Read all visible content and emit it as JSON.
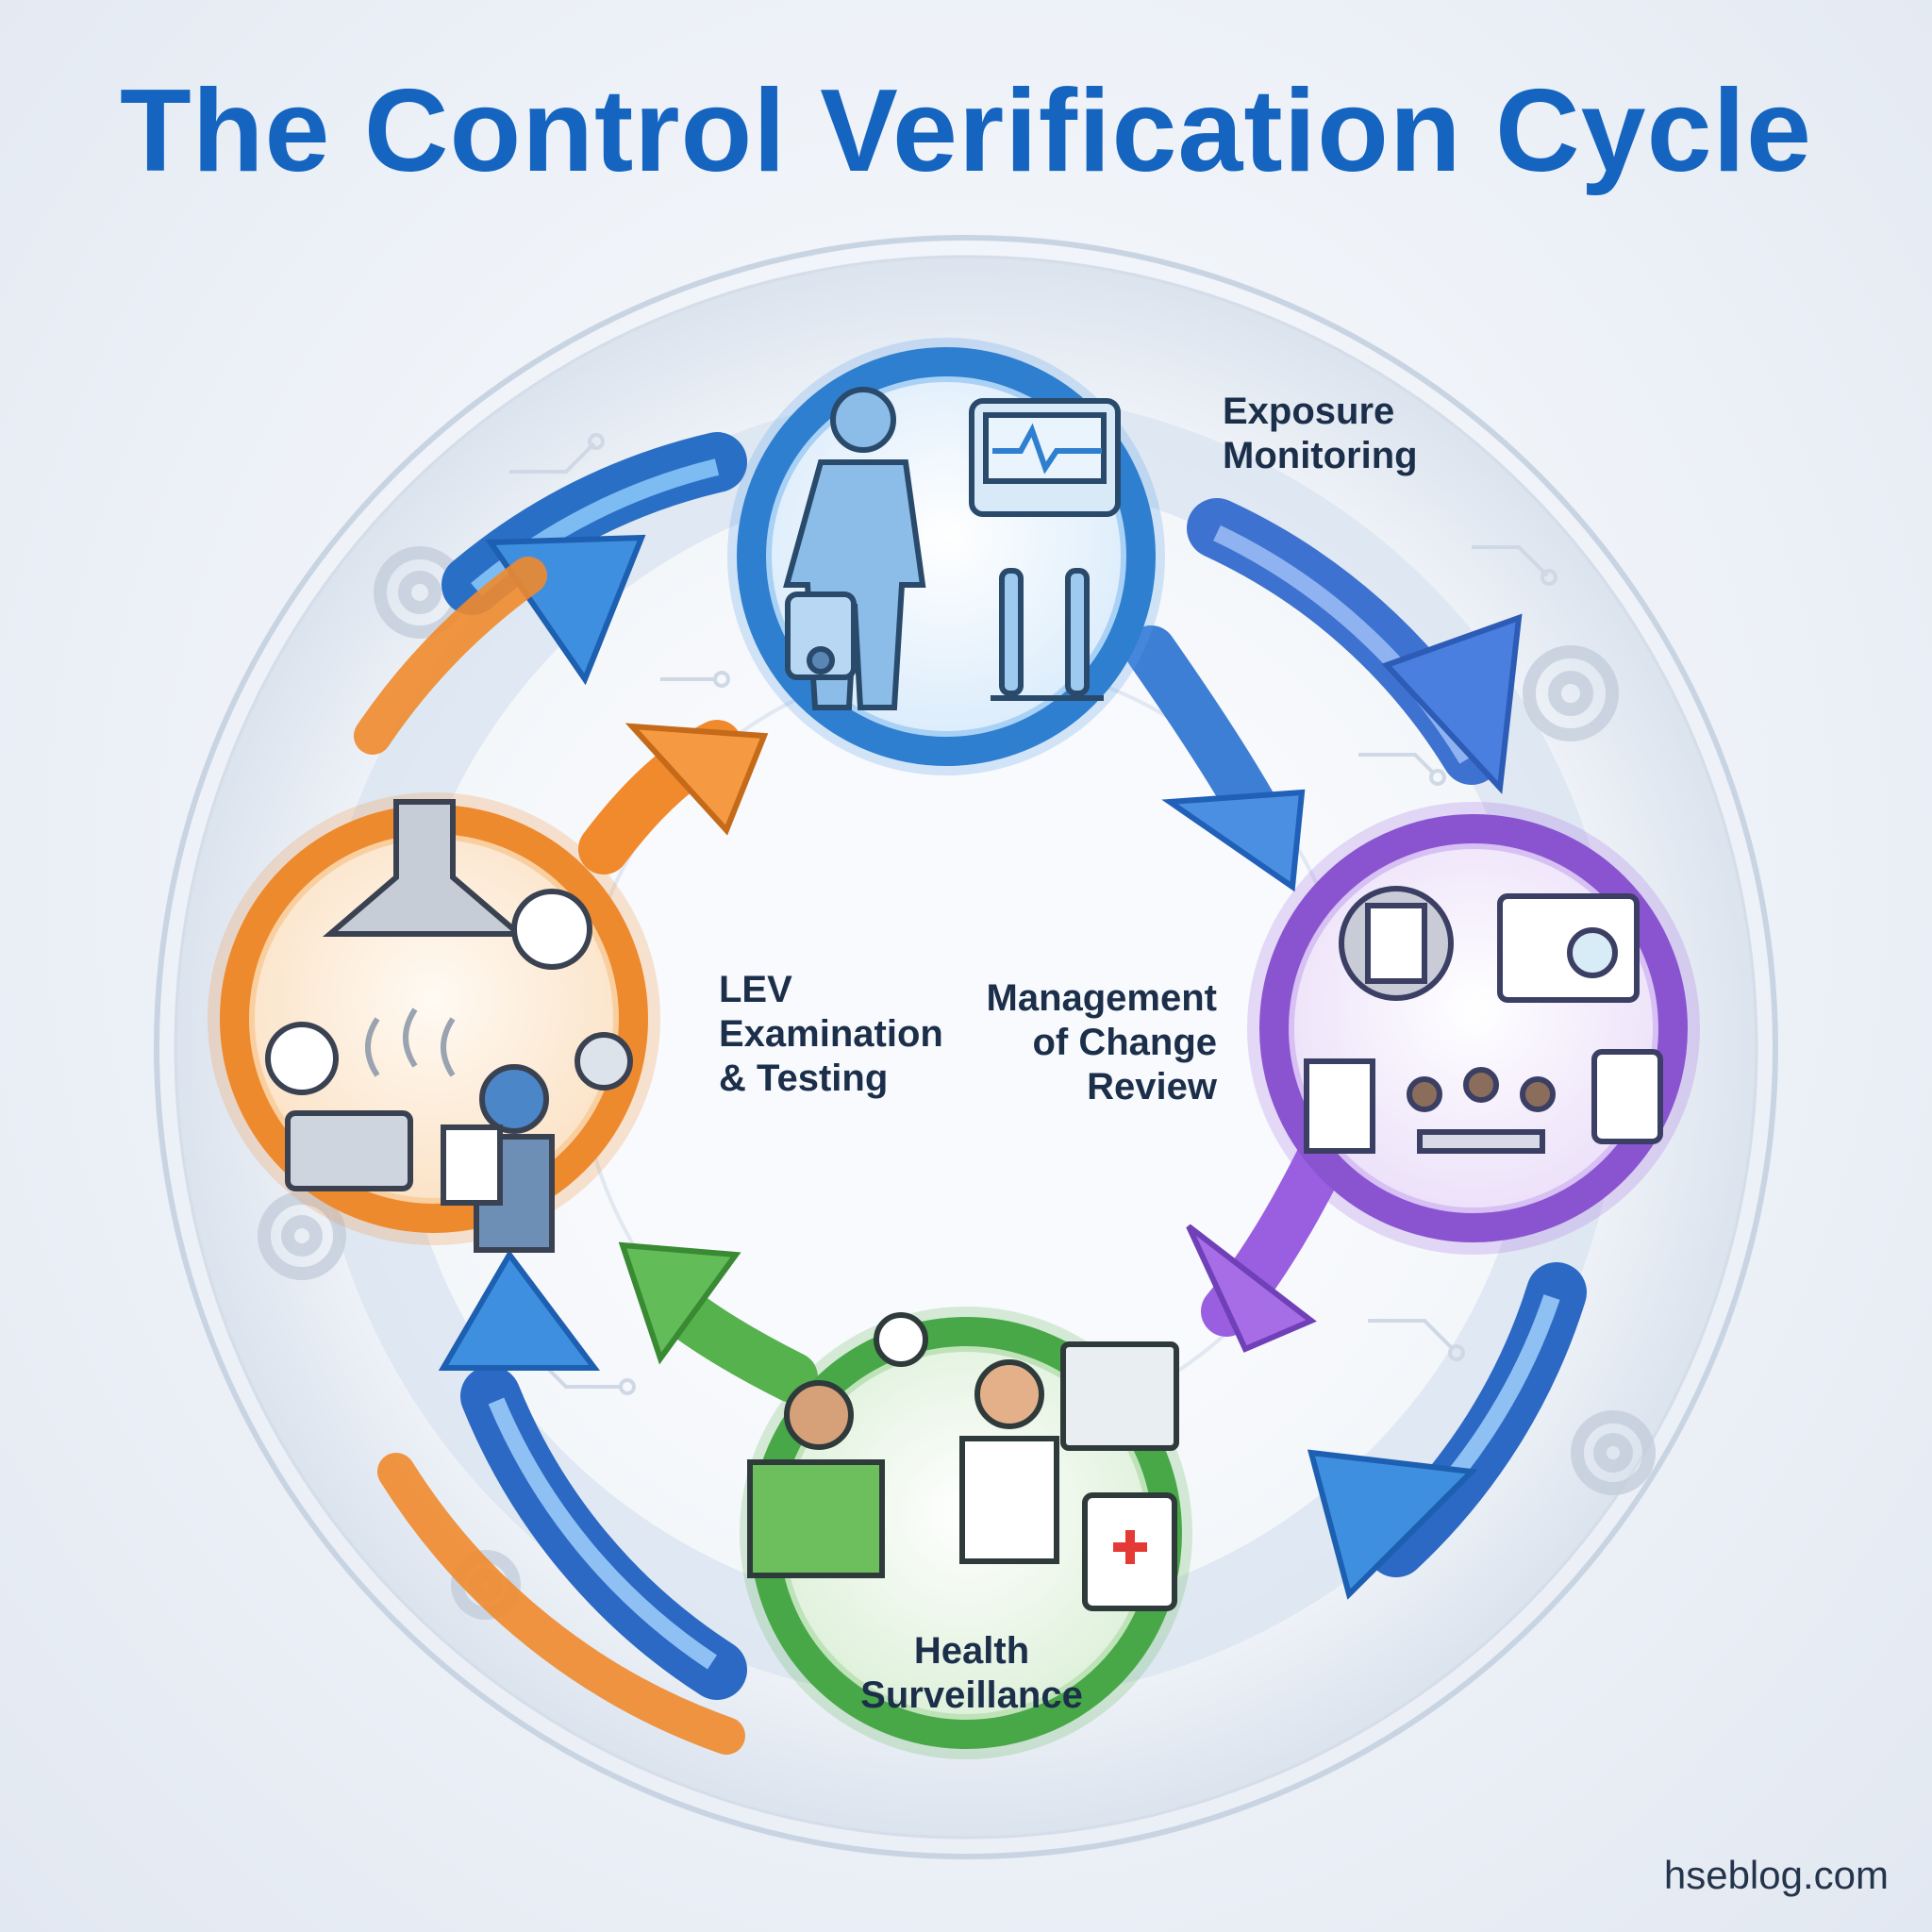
{
  "title": "The Control Verification Cycle",
  "stages": [
    {
      "id": "exposure",
      "lines": [
        "Exposure",
        "Monitoring"
      ],
      "color": "#2f7fd0",
      "icon": "worker-with-air-sampler-icon"
    },
    {
      "id": "moc",
      "lines": [
        "Management",
        "of Change",
        "Review"
      ],
      "color": "#8a54d1",
      "icon": "change-review-meeting-icon"
    },
    {
      "id": "health",
      "lines": [
        "Health",
        "Surveillance"
      ],
      "color": "#48a848",
      "icon": "doctor-patient-blood-pressure-icon"
    },
    {
      "id": "lev",
      "lines": [
        "LEV",
        "Examination",
        "& Testing"
      ],
      "color": "#ee8a2e",
      "icon": "extraction-hood-inspector-icon"
    }
  ],
  "colors": {
    "title": "#1565c0",
    "blue_arrow": "#3f8fe0",
    "orange_arrow": "#f08a2c",
    "purple_arrow": "#9a5ee0",
    "green_arrow": "#55b24c",
    "text": "#1c2f4a"
  },
  "watermark": "hseblog.com"
}
